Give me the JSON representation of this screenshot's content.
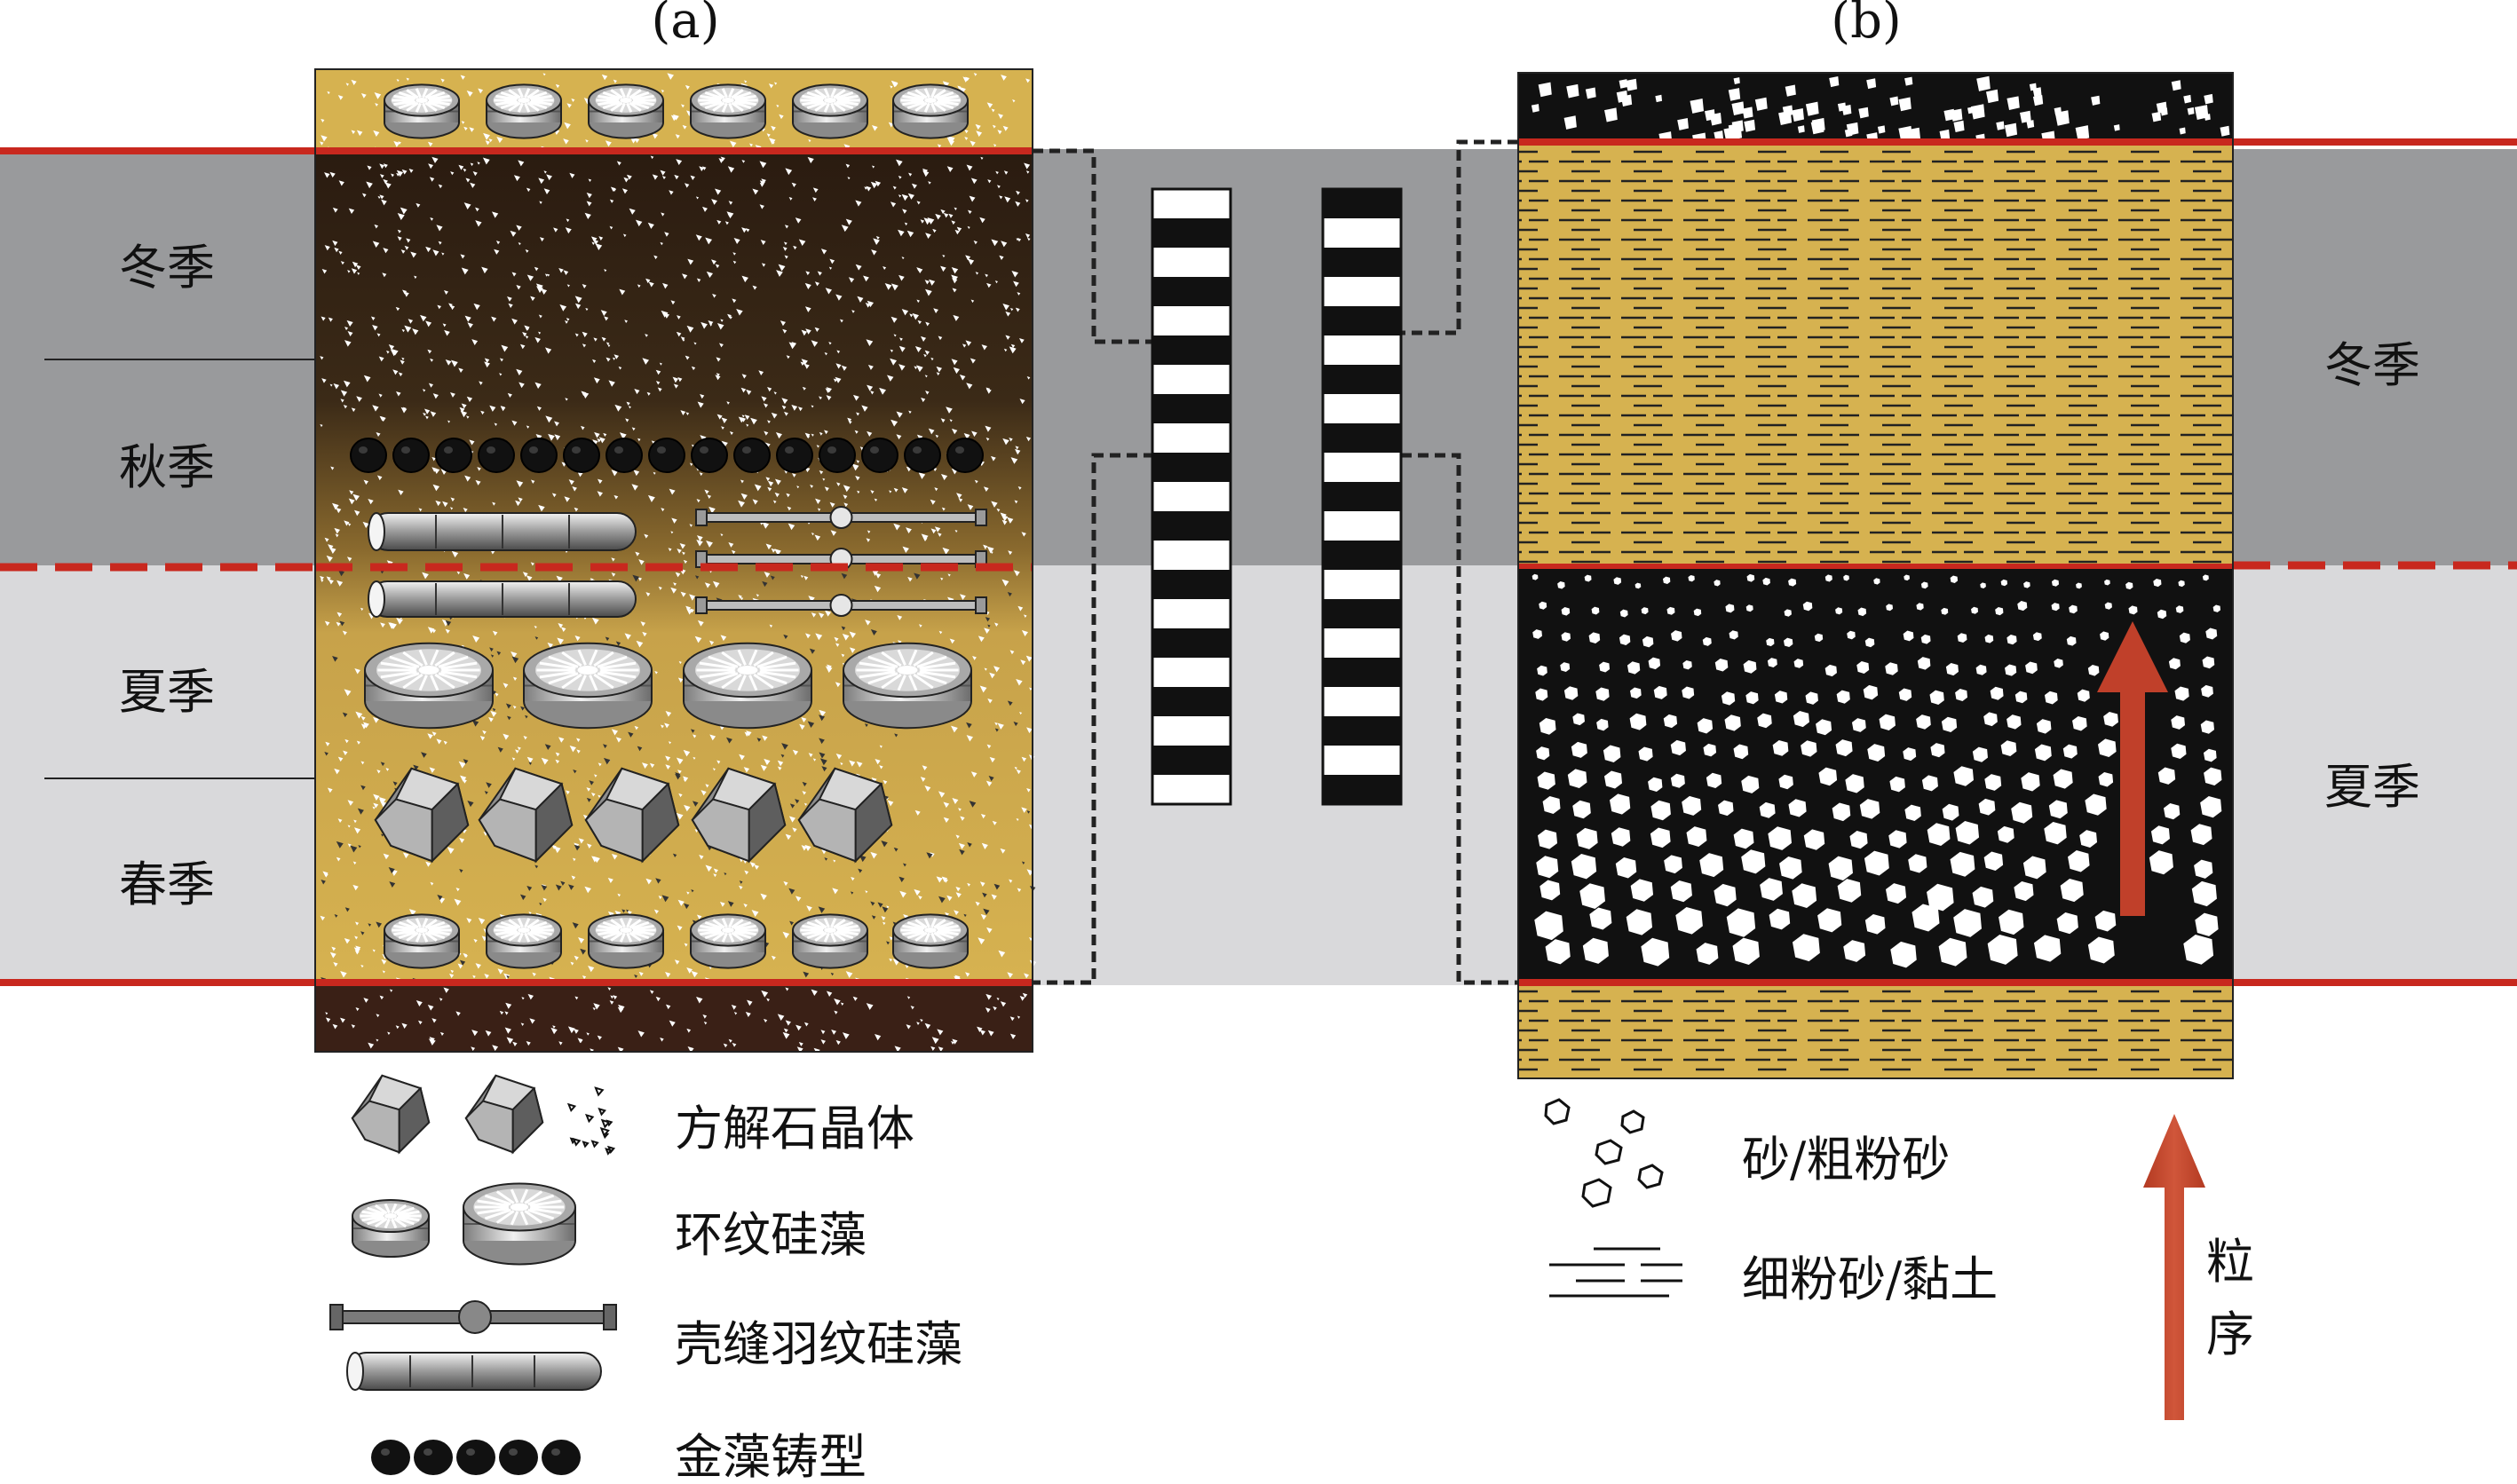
{
  "panel_labels": {
    "a": "(a)",
    "b": "(b)"
  },
  "seasons_a": {
    "winter": "冬季",
    "autumn": "秋季",
    "summer": "夏季",
    "spring": "春季"
  },
  "seasons_b": {
    "winter": "冬季",
    "summer": "夏季"
  },
  "legend_a": {
    "calcite": "方解石晶体",
    "centric_diatom": "环纹硅藻",
    "pennate_diatom": "壳缝羽纹硅藻",
    "chrysophyte_cyst": "金藻铸型"
  },
  "legend_b": {
    "sand": "砂/粗粉砂",
    "fine_silt_clay": "细粉砂/黏土"
  },
  "grading_label": [
    "粒",
    "序"
  ],
  "colors": {
    "band_dark": "#999a9c",
    "band_light": "#d9d9db",
    "boundary_red": "#c8281e",
    "ochre": "#d6b250",
    "dark_brown": "#2d1d12",
    "arrow_red": "#c0402a"
  }
}
